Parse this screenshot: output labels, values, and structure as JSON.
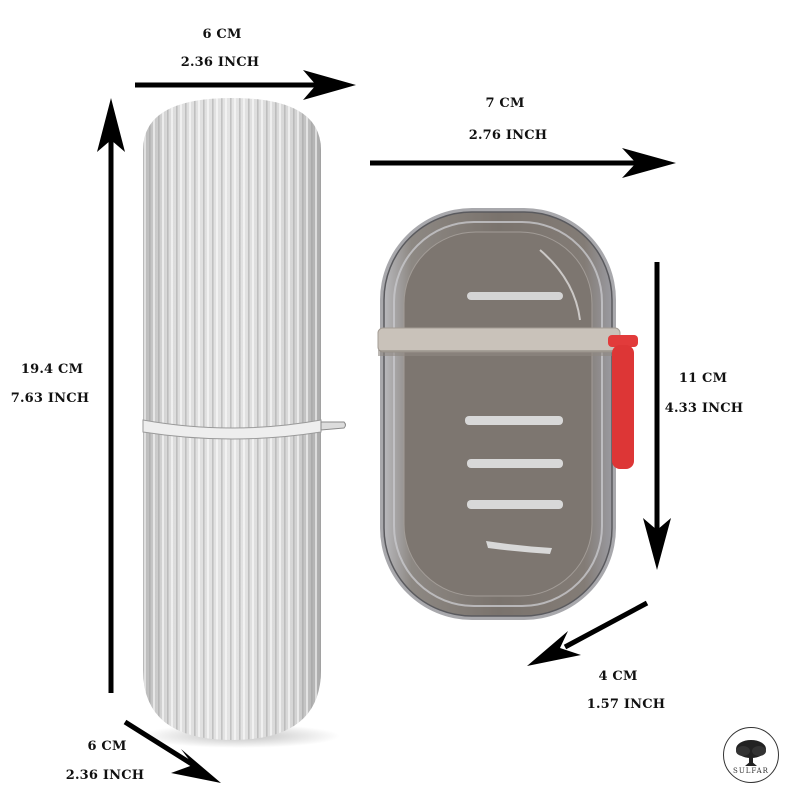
{
  "dimensions": {
    "holder_top_width": {
      "cm": "6 CM",
      "inch": "2.36 INCH"
    },
    "holder_height": {
      "cm": "19.4 CM",
      "inch": "7.63 INCH"
    },
    "holder_depth": {
      "cm": "6 CM",
      "inch": "2.36 INCH"
    },
    "soap_box_width": {
      "cm": "7 CM",
      "inch": "2.76 INCH"
    },
    "soap_box_height": {
      "cm": "11 CM",
      "inch": "4.33 INCH"
    },
    "soap_box_depth": {
      "cm": "4 CM",
      "inch": "1.57 INCH"
    }
  },
  "products": {
    "toothbrush_holder": {
      "color": "#d9d9d9"
    },
    "soap_box": {
      "shell_color": "#7d7670",
      "band_color": "#c9c2ba",
      "latch_color": "#e03a3a"
    }
  },
  "brand": {
    "name": "SULFAR"
  }
}
